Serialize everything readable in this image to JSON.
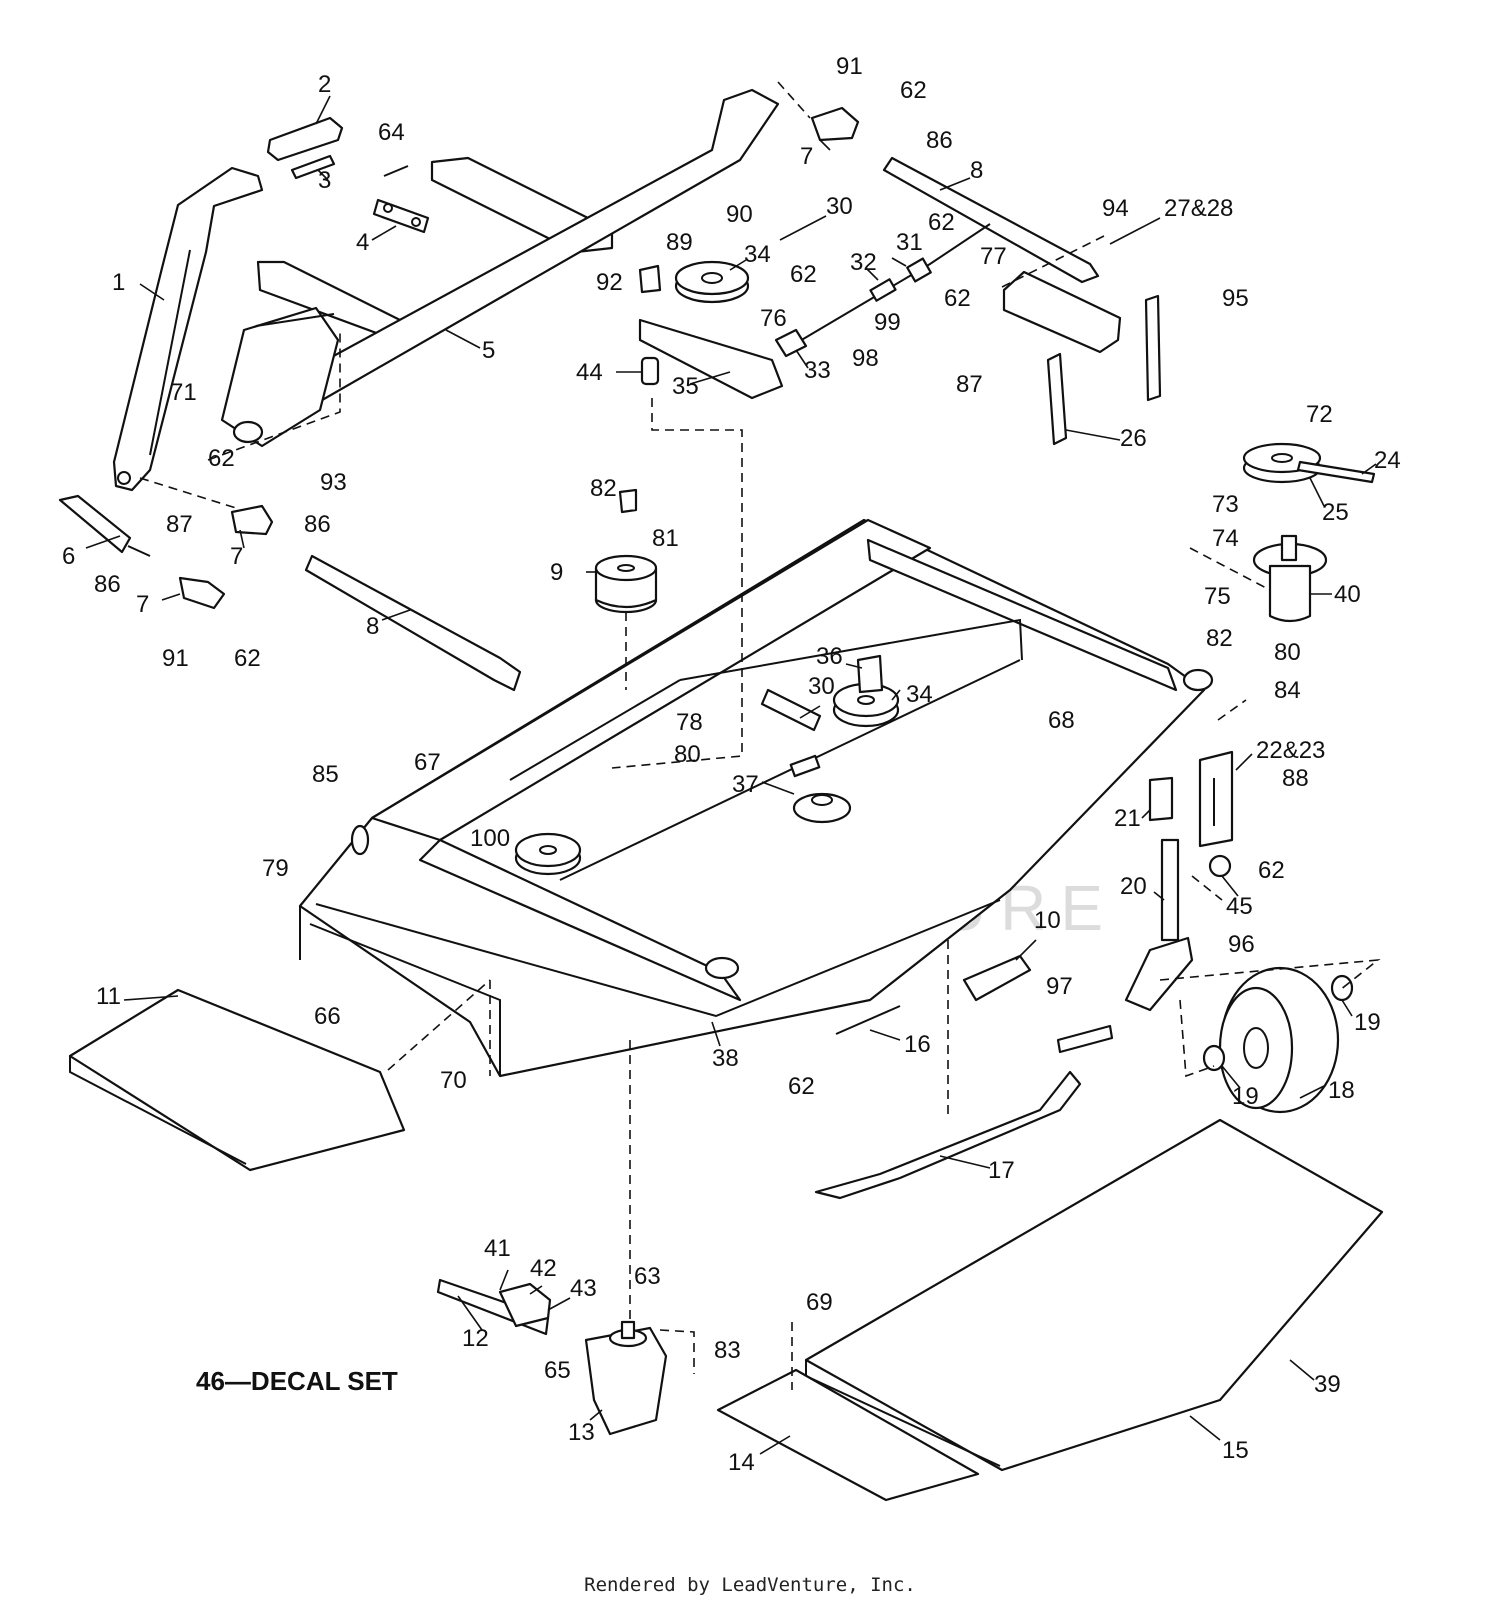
{
  "diagram": {
    "watermark": "LEADVENTURE",
    "decal_note": "46—DECAL SET",
    "credit": "Rendered by LeadVenture, Inc.",
    "callouts": [
      "1",
      "2",
      "3",
      "4",
      "5",
      "6",
      "7",
      "7",
      "7",
      "8",
      "8",
      "9",
      "10",
      "11",
      "12",
      "13",
      "14",
      "15",
      "16",
      "17",
      "18",
      "19",
      "19",
      "20",
      "21",
      "22&23",
      "24",
      "25",
      "26",
      "27&28",
      "30",
      "30",
      "31",
      "32",
      "33",
      "34",
      "34",
      "35",
      "36",
      "37",
      "38",
      "39",
      "40",
      "41",
      "42",
      "43",
      "44",
      "45",
      "62",
      "62",
      "62",
      "62",
      "62",
      "62",
      "62",
      "62",
      "63",
      "64",
      "65",
      "66",
      "67",
      "68",
      "69",
      "70",
      "71",
      "72",
      "73",
      "74",
      "75",
      "76",
      "77",
      "78",
      "79",
      "80",
      "80",
      "81",
      "82",
      "82",
      "83",
      "84",
      "85",
      "86",
      "86",
      "86",
      "87",
      "87",
      "88",
      "89",
      "90",
      "91",
      "91",
      "92",
      "93",
      "94",
      "95",
      "96",
      "97",
      "98",
      "99",
      "100"
    ]
  }
}
